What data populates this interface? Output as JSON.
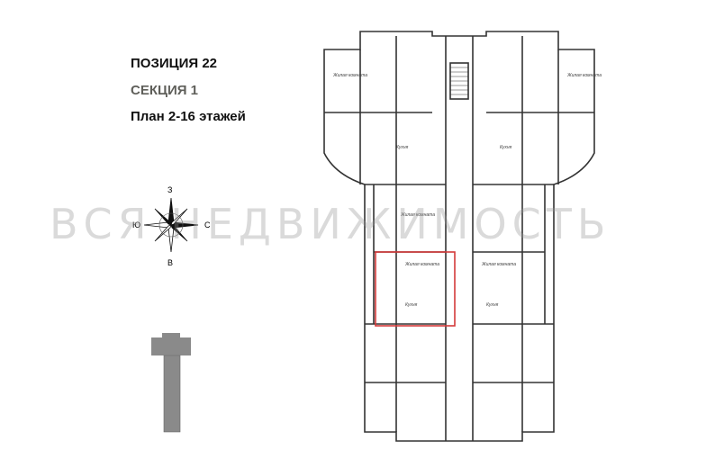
{
  "header": {
    "position": "ПОЗИЦИЯ 22",
    "section": "СЕКЦИЯ 1",
    "plan": "План 2-16 этажей"
  },
  "watermark": "ВСЯ НЕДВИЖИМОСТЬ",
  "compass": {
    "north": "З",
    "south": "В",
    "west": "Ю",
    "east": "С"
  },
  "plan": {
    "room_labels": {
      "living": "Жилая комната",
      "kitchen": "Кухня"
    },
    "highlight_color": "#d43a3a"
  },
  "colors": {
    "wall": "#333333",
    "keyplan": "#8a8a8a"
  }
}
